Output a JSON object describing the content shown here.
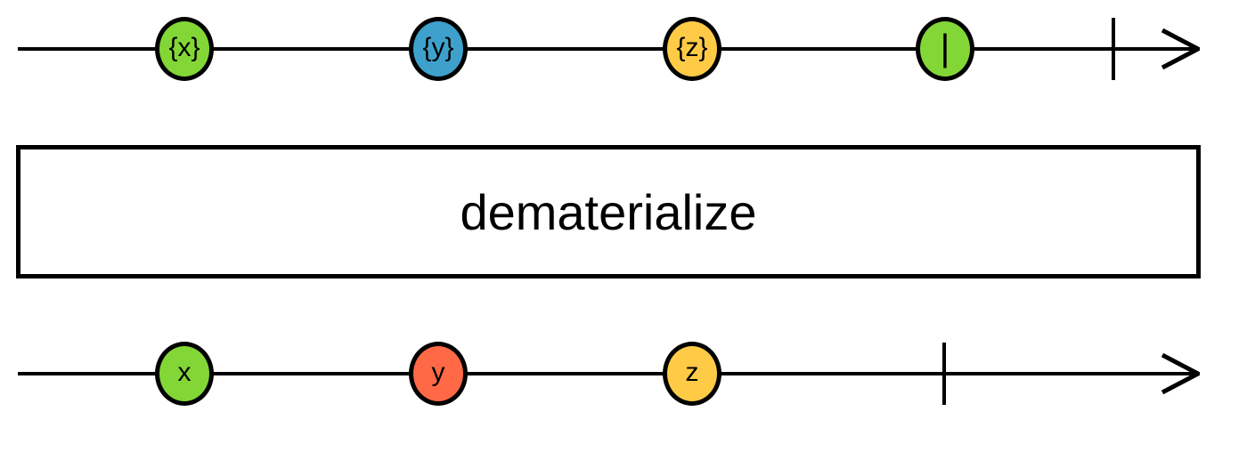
{
  "diagram": {
    "operator": "dematerialize",
    "line_color": "#000000",
    "background_color": "#ffffff",
    "input_stream": {
      "marbles": [
        {
          "label": "{x}",
          "color": "#82d736"
        },
        {
          "label": "{y}",
          "color": "#3ea1cb"
        },
        {
          "label": "{z}",
          "color": "#ffcb46"
        },
        {
          "label": "|",
          "color": "#82d736"
        }
      ],
      "completed": true
    },
    "output_stream": {
      "marbles": [
        {
          "label": "x",
          "color": "#82d736"
        },
        {
          "label": "y",
          "color": "#ff6946"
        },
        {
          "label": "z",
          "color": "#ffcb46"
        }
      ],
      "completed": true
    }
  }
}
